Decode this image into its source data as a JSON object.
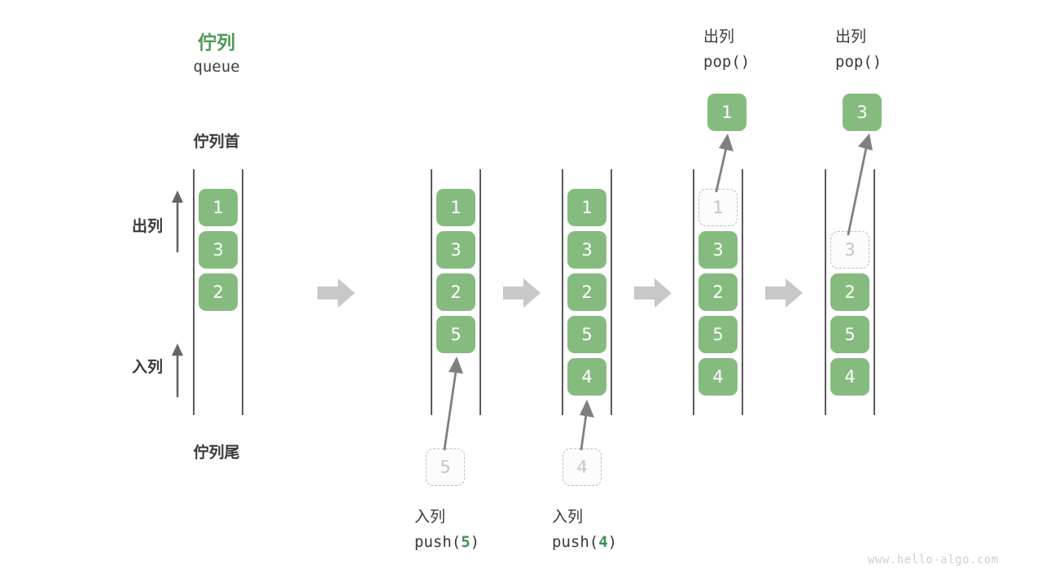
{
  "diagram": {
    "title_cn": "佇列",
    "title_en": "queue",
    "head_label": "佇列首",
    "tail_label": "佇列尾",
    "dequeue_label": "出列",
    "enqueue_label": "入列",
    "watermark": "www.hello-algo.com",
    "colors": {
      "accent_green": "#86bb80",
      "text_dark": "#3a3a3a",
      "title_green": "#4e9a57",
      "ghost_grey": "#c4c4c4",
      "rail_grey": "#5a5a5a",
      "step_arrow_grey": "#c8c8c8"
    }
  },
  "icons": {
    "step_arrow": "right-block-arrow-icon",
    "up_arrow": "up-arrow-icon",
    "flow_arrow": "curved-flow-arrow-icon"
  },
  "columns": [
    {
      "id": "col-initial",
      "cells": [
        {
          "value": "1",
          "state": "filled"
        },
        {
          "value": "3",
          "state": "filled"
        },
        {
          "value": "2",
          "state": "filled"
        }
      ]
    },
    {
      "id": "col-push-5",
      "cells": [
        {
          "value": "1",
          "state": "filled"
        },
        {
          "value": "3",
          "state": "filled"
        },
        {
          "value": "2",
          "state": "filled"
        },
        {
          "value": "5",
          "state": "filled"
        }
      ]
    },
    {
      "id": "col-push-4",
      "cells": [
        {
          "value": "1",
          "state": "filled"
        },
        {
          "value": "3",
          "state": "filled"
        },
        {
          "value": "2",
          "state": "filled"
        },
        {
          "value": "5",
          "state": "filled"
        },
        {
          "value": "4",
          "state": "filled"
        }
      ]
    },
    {
      "id": "col-pop-1",
      "cells": [
        {
          "value": "1",
          "state": "ghost"
        },
        {
          "value": "3",
          "state": "filled"
        },
        {
          "value": "2",
          "state": "filled"
        },
        {
          "value": "5",
          "state": "filled"
        },
        {
          "value": "4",
          "state": "filled"
        }
      ]
    },
    {
      "id": "col-pop-3",
      "cells": [
        {
          "value": "",
          "state": "empty"
        },
        {
          "value": "3",
          "state": "ghost"
        },
        {
          "value": "2",
          "state": "filled"
        },
        {
          "value": "5",
          "state": "filled"
        },
        {
          "value": "4",
          "state": "filled"
        }
      ]
    }
  ],
  "push_ops": [
    {
      "id": "push-5",
      "ghost_value": "5",
      "caption_cn": "入列",
      "caption_fn_pre": "push(",
      "caption_fn_arg": "5",
      "caption_fn_post": ")"
    },
    {
      "id": "push-4",
      "ghost_value": "4",
      "caption_cn": "入列",
      "caption_fn_pre": "push(",
      "caption_fn_arg": "4",
      "caption_fn_post": ")"
    }
  ],
  "pop_ops": [
    {
      "id": "pop-1",
      "caption_cn": "出列",
      "caption_fn": "pop()",
      "popped_value": "1"
    },
    {
      "id": "pop-3",
      "caption_cn": "出列",
      "caption_fn": "pop()",
      "popped_value": "3"
    }
  ]
}
